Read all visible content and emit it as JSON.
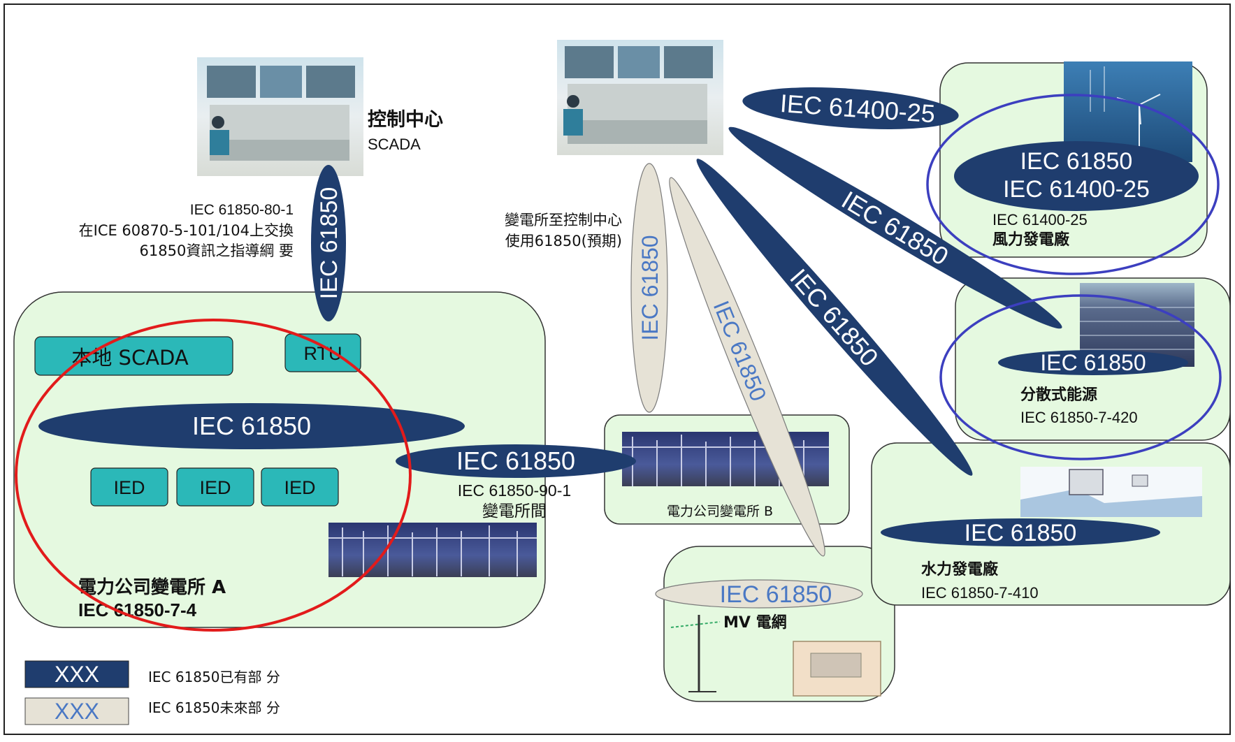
{
  "control_center": {
    "title": "控制中心",
    "subtitle": "SCADA"
  },
  "note_80_1": {
    "line1": "IEC 61850-80-1",
    "line2": "在ICE 60870-5-101/104上交換",
    "line3": "61850資訊之指導綱 要"
  },
  "note_center": {
    "line1": "變電所至控制中心",
    "line2": "使用61850(預期)"
  },
  "substation_a": {
    "local_scada": "本地 SCADA",
    "rtu": "RTU",
    "bus": "IEC 61850",
    "ied_labels": [
      "IED",
      "IED",
      "IED"
    ],
    "name": "電力公司變電所 A",
    "std": "IEC 61850-7-4"
  },
  "vertical_link": "IEC 61850",
  "interstation": {
    "bus": "IEC 61850",
    "std": "IEC 61850-90-1",
    "name": "變電所間"
  },
  "substation_b": {
    "name": "電力公司變電所 B"
  },
  "mv_grid": {
    "bus": "IEC 61850",
    "name": "MV 電網"
  },
  "wind": {
    "bus1": "IEC 61850",
    "bus2": "IEC 61400-25",
    "std": "IEC 61400-25",
    "name": "風力發電廠"
  },
  "der": {
    "bus": "IEC 61850",
    "name": "分散式能源",
    "std": "IEC 61850-7-420"
  },
  "hydro": {
    "bus": "IEC 61850",
    "name": "水力發電廠",
    "std": "IEC 61850-7-410"
  },
  "links": {
    "iec61400": "IEC 61400-25",
    "to_der": "IEC 61850",
    "to_hydro": "IEC 61850",
    "future_b": "IEC 61850",
    "future_mv": "IEC 61850"
  },
  "legend": {
    "existing_sample": "XXX",
    "existing_label": "IEC 61850已有部 分",
    "future_sample": "XXX",
    "future_label": "IEC 61850未來部 分"
  },
  "colors": {
    "navy": "#1f3d6e",
    "beige": "#e6e2d6",
    "panel": "#e5f9e0",
    "teal": "#2bb8b8",
    "red": "#e21b1b",
    "blue": "#3c3fbf",
    "future_text": "#4a78c4"
  }
}
